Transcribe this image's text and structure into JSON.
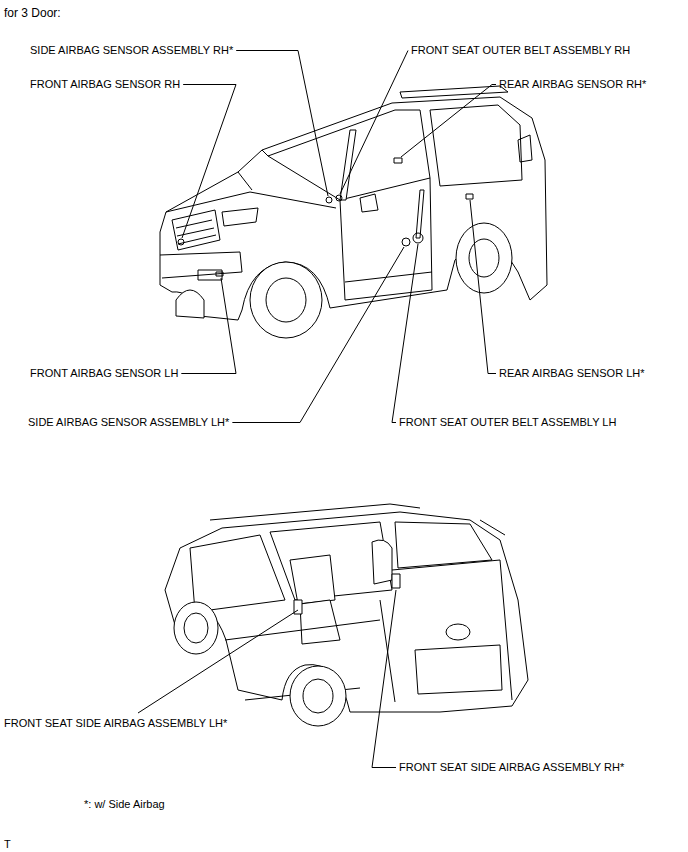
{
  "diagram": {
    "title": "for 3 Door:",
    "labels": [
      "SIDE AIRBAG SENSOR ASSEMBLY RH*",
      "FRONT SEAT OUTER BELT ASSEMBLY RH",
      "FRONT AIRBAG SENSOR RH",
      "REAR AIRBAG SENSOR RH*",
      "FRONT AIRBAG SENSOR LH",
      "REAR AIRBAG SENSOR LH*",
      "SIDE AIRBAG SENSOR ASSEMBLY LH*",
      "FRONT SEAT OUTER BELT ASSEMBLY LH",
      "FRONT SEAT SIDE AIRBAG ASSEMBLY LH*",
      "FRONT SEAT SIDE AIRBAG ASSEMBLY RH*",
      "*: w/ Side Airbag",
      "T"
    ]
  }
}
